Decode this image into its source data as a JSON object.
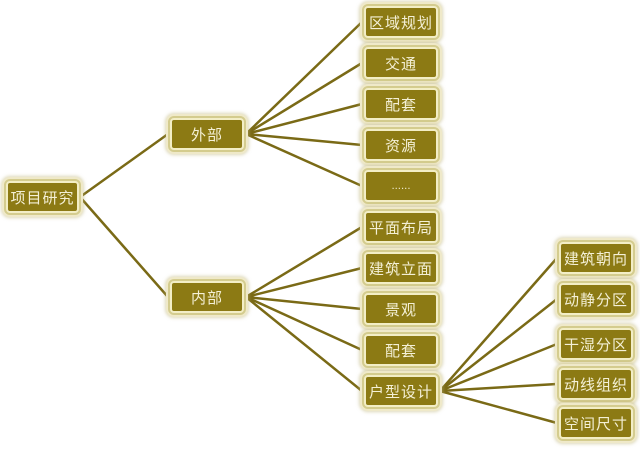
{
  "diagram": {
    "type": "tree",
    "colors": {
      "node_fill": "#8c7a14",
      "node_border": "#f3eec6",
      "node_text": "#f4f0d6",
      "line": "#7a6a16"
    },
    "root": {
      "label": "项目研究",
      "children": [
        {
          "label": "外部",
          "children": [
            {
              "label": "区域规划"
            },
            {
              "label": "交通"
            },
            {
              "label": "配套"
            },
            {
              "label": "资源"
            },
            {
              "label": "......"
            }
          ]
        },
        {
          "label": "内部",
          "children": [
            {
              "label": "平面布局"
            },
            {
              "label": "建筑立面"
            },
            {
              "label": "景观"
            },
            {
              "label": "配套"
            },
            {
              "label": "户型设计",
              "children": [
                {
                  "label": "建筑朝向"
                },
                {
                  "label": "动静分区"
                },
                {
                  "label": "干湿分区"
                },
                {
                  "label": "动线组织"
                },
                {
                  "label": "空间尺寸"
                }
              ]
            }
          ]
        }
      ]
    }
  }
}
